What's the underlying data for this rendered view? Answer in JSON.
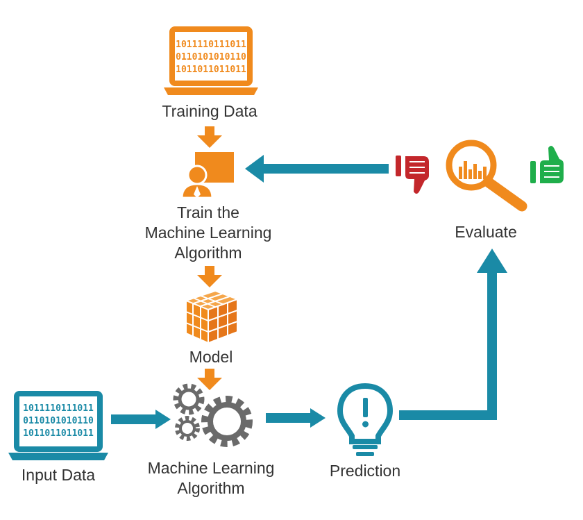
{
  "colors": {
    "orange": "#f08a1d",
    "teal": "#1a8aa6",
    "gray": "#6a6a6a",
    "red": "#c3272b",
    "green": "#1fae4b",
    "text": "#333333"
  },
  "nodes": {
    "training_data": {
      "label": "Training Data",
      "icon": "laptop-binary-icon",
      "binary": [
        "1011110111011",
        "0110101010110",
        "1011011011011"
      ]
    },
    "train": {
      "label_lines": [
        "Train the",
        "Machine Learning",
        "Algorithm"
      ],
      "icon": "person-presentation-icon"
    },
    "model": {
      "label": "Model",
      "icon": "cube-icon"
    },
    "ml_algorithm": {
      "label_lines": [
        "Machine Learning",
        "Algorithm"
      ],
      "icon": "gears-icon"
    },
    "input_data": {
      "label": "Input Data",
      "icon": "laptop-binary-icon",
      "binary": [
        "1011110111011",
        "0110101010110",
        "1011011011011"
      ]
    },
    "prediction": {
      "label": "Prediction",
      "icon": "lightbulb-icon"
    },
    "evaluate": {
      "label": "Evaluate",
      "icons": [
        "thumbs-down-icon",
        "magnifier-chart-icon",
        "thumbs-up-icon"
      ]
    }
  }
}
